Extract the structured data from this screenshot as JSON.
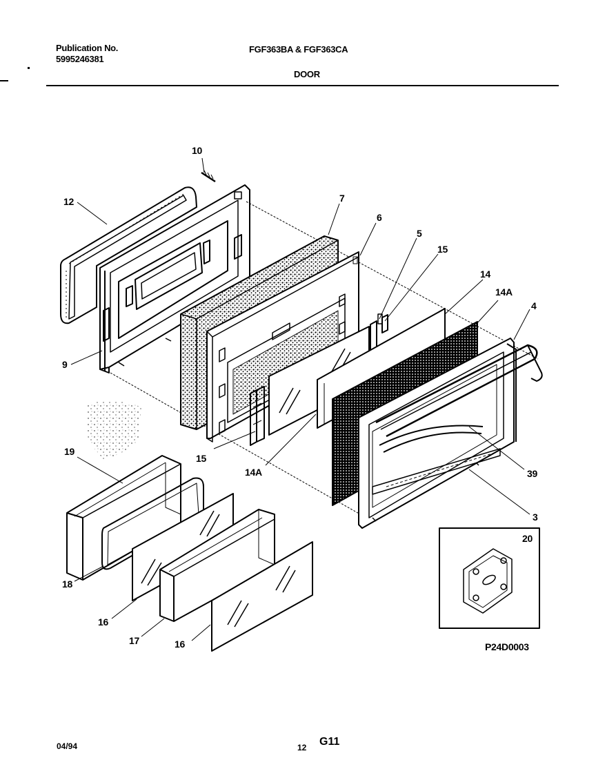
{
  "header": {
    "publication_label": "Publication No.",
    "publication_number": "5995246381",
    "models": "FGF363BA & FGF363CA",
    "section_title": "DOOR"
  },
  "callouts": {
    "c10": "10",
    "c12": "12",
    "c9": "9",
    "c7": "7",
    "c6": "6",
    "c5": "5",
    "c15a": "15",
    "c14": "14",
    "c14a_top": "14A",
    "c4": "4",
    "c15b": "15",
    "c14a_bottom": "14A",
    "c39": "39",
    "c3": "3",
    "c19": "19",
    "c18": "18",
    "c16a": "16",
    "c17": "17",
    "c16b": "16",
    "c20": "20"
  },
  "diagram_code": "P24D0003",
  "footer": {
    "date": "04/94",
    "page_number": "12",
    "section_code": "G11"
  }
}
